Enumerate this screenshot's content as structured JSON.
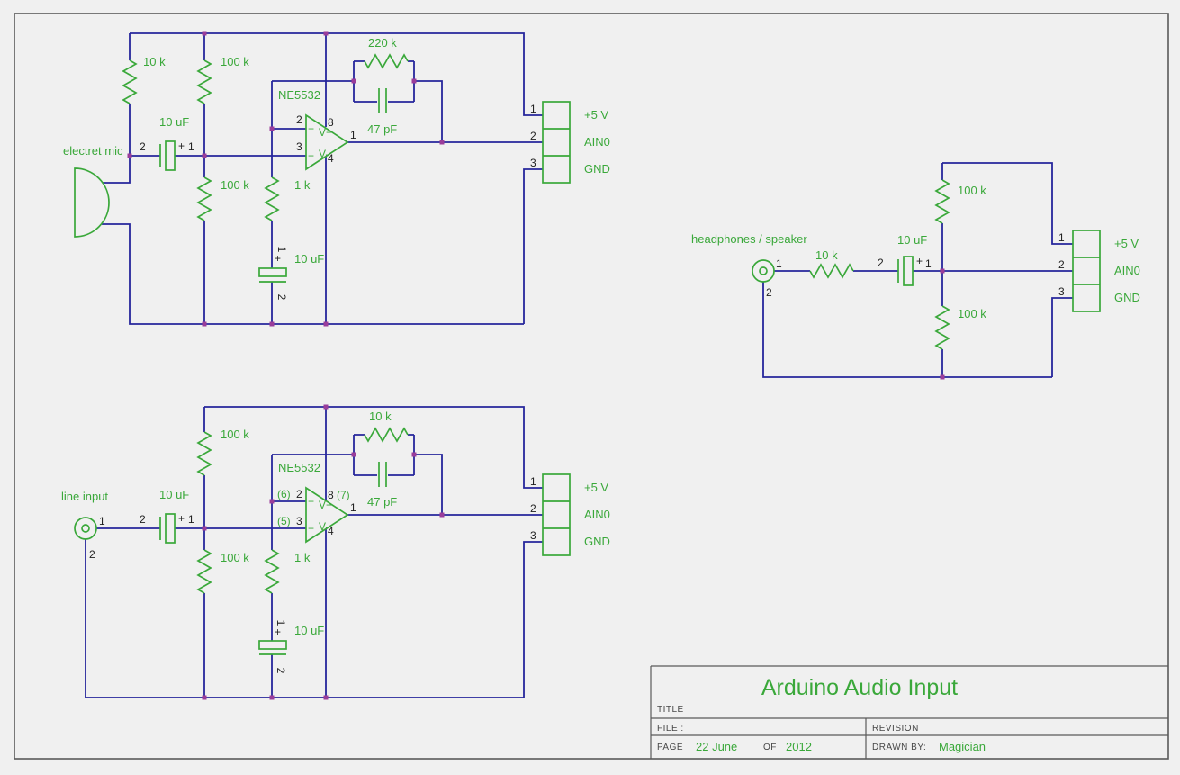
{
  "schematic": {
    "colors": {
      "background": "#f0f0f0",
      "wire": "#26269c",
      "component": "#3aa83a",
      "junction": "#9a3d9a",
      "pin_text": "#1f1f1f",
      "frame": "#5a5a5a",
      "label_gray": "#474747"
    },
    "connector_pinout": {
      "pin1": "1",
      "pin2": "2",
      "pin3": "3",
      "net_5v": "+5 V",
      "net_ain0": "AIN0",
      "net_gnd": "GND"
    },
    "opamp": {
      "name": "NE5532",
      "pin_inv": "2",
      "pin_noninv": "3",
      "pin_out": "1",
      "pin_vplus": "8",
      "pin_vminus": "4",
      "vplus": "V+",
      "vminus": "V-",
      "plus": "+",
      "minus": "−",
      "alt_inv": "(6)",
      "alt_noninv": "(5)",
      "alt_out": "(7)"
    },
    "cap_pins": {
      "pin1": "1",
      "pin2": "2",
      "plus": "+"
    },
    "jack_pins": {
      "pin1": "1",
      "pin2": "2"
    },
    "mic_preamp": {
      "source_label": "electret mic",
      "r_bias": "10 k",
      "r_divider_top": "100 k",
      "r_divider_bottom": "100 k",
      "c_input": "10 uF",
      "r_feedback": "220 k",
      "c_feedback": "47 pF",
      "r_gain": "1 k",
      "c_gain": "10 uF"
    },
    "line_preamp": {
      "source_label": "line input",
      "r_divider_top": "100 k",
      "r_divider_bottom": "100 k",
      "c_input": "10 uF",
      "r_feedback": "10 k",
      "c_feedback": "47 pF",
      "r_gain": "1 k",
      "c_gain": "10 uF"
    },
    "speaker_input": {
      "source_label": "headphones / speaker",
      "r_series": "10 k",
      "c_input": "10 uF",
      "r_divider_top": "100 k",
      "r_divider_bottom": "100 k"
    },
    "title_block": {
      "title": "Arduino Audio Input",
      "title_label": "TITLE",
      "file_label": "FILE :",
      "page_label": "PAGE",
      "page_value": "22 June",
      "of_label": "OF",
      "of_value": "2012",
      "revision_label": "REVISION :",
      "drawn_by_label": "DRAWN BY:",
      "drawn_by_value": "Magician"
    }
  }
}
